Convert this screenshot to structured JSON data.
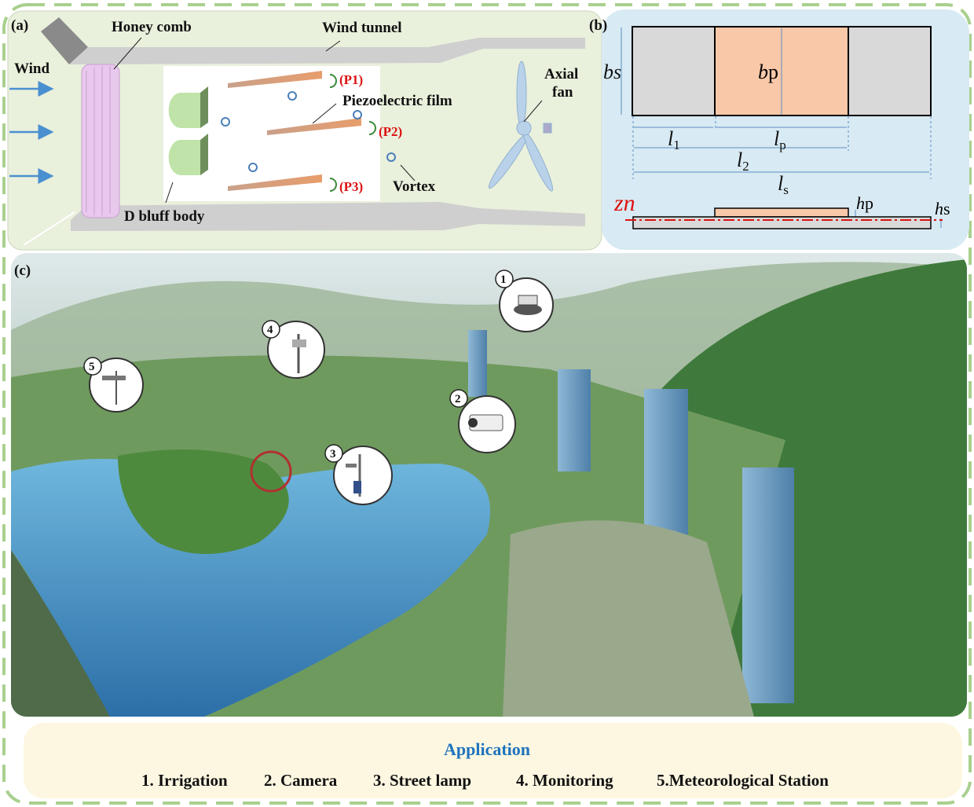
{
  "panel_a": {
    "label": "(a)",
    "honeycomb": "Honey comb",
    "wind_tunnel": "Wind tunnel",
    "wind": "Wind",
    "axial_fan_line1": "Axial",
    "axial_fan_line2": "fan",
    "piezo_film": "Piezoelectric film",
    "p1": "(P1)",
    "p2": "(P2)",
    "p3": "(P3)",
    "vortex": "Vortex",
    "bluff_body": "D bluff body"
  },
  "panel_b": {
    "label": "(b)",
    "bs": "bs",
    "bp_b": "b",
    "bp_p": "p",
    "l1": {
      "base": "l",
      "sub": "1"
    },
    "lp": {
      "base": "l",
      "sub": "p"
    },
    "l2": {
      "base": "l",
      "sub": "2"
    },
    "ls": {
      "base": "l",
      "sub": "s"
    },
    "zn": "zn",
    "hp_h": "h",
    "hp_p": "p",
    "hs_h": "h",
    "hs_s": "s"
  },
  "panel_c": {
    "label": "(c)",
    "callouts": [
      "1",
      "2",
      "3",
      "4",
      "5"
    ]
  },
  "application": {
    "title": "Application",
    "items": [
      "1. Irrigation",
      "2. Camera",
      "3. Street lamp",
      "4. Monitoring",
      "5.Meteorological Station"
    ]
  },
  "colors": {
    "frame": "#a9d08e",
    "panel_a_bg": "#e9f0dc",
    "panel_b_bg": "#d8eaf3",
    "app_bg": "#fdf7e1",
    "accent_blue": "#1e73be",
    "red": "#dd1111"
  }
}
